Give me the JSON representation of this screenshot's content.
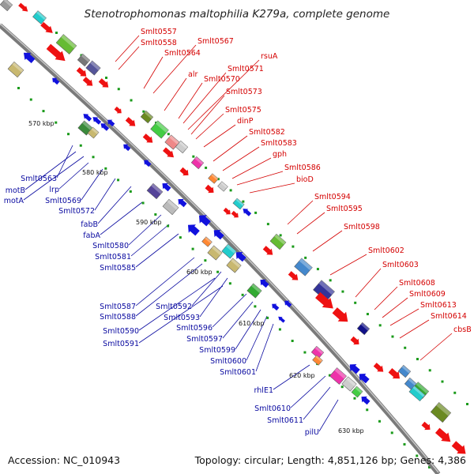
{
  "header": {
    "title": "Stenotrophomonas maltophilia K279a, complete genome"
  },
  "footer": {
    "accession": "Accession: NC_010943",
    "topology": "Topology: circular; Length: 4,851,126 bp; Genes: 4,386"
  },
  "scale_ticks": [
    "570 kbp",
    "580 kbp",
    "590 kbp",
    "600 kbp",
    "610 kbp",
    "620 kbp",
    "630 kbp"
  ],
  "forward_labels": [
    "Smlt0557",
    "Smlt0558",
    "Smlt0564",
    "Smlt0567",
    "alr",
    "Smlt0570",
    "Smlt0571",
    "rsuA",
    "Smlt0573",
    "Smlt0575",
    "dinP",
    "Smlt0582",
    "Smlt0583",
    "gph",
    "Smlt0586",
    "bioD",
    "Smlt0594",
    "Smlt0595",
    "Smlt0598",
    "Smlt0602",
    "Smlt0603",
    "Smlt0608",
    "Smlt0609",
    "Smlt0613",
    "Smlt0614",
    "cbsB"
  ],
  "reverse_labels": [
    "Smlt0563",
    "motB",
    "motA",
    "lrp",
    "Smlt0569",
    "Smlt0572",
    "fabB",
    "fabA",
    "Smlt0580",
    "Smlt0581",
    "Smlt0585",
    "Smlt0587",
    "Smlt0588",
    "Smlt0592",
    "Smlt0593",
    "Smlt0590",
    "Smlt0591",
    "Smlt0596",
    "Smlt0597",
    "Smlt0599",
    "Smlt0600",
    "Smlt0601",
    "rhlE1",
    "Smlt0610",
    "Smlt0611",
    "pilU"
  ],
  "colors": {
    "forward_cds": "#ee1111",
    "reverse_cds": "#1111dd",
    "backbone": "#888888",
    "label_forward": "#d40000",
    "label_reverse": "#0a0aa0",
    "tick": "#1a9a1a"
  }
}
